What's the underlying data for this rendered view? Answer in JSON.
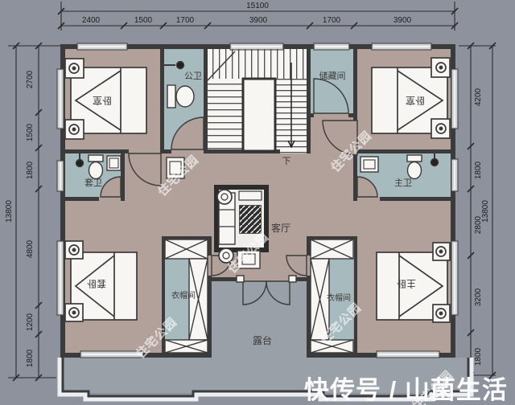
{
  "dimensions": {
    "top": {
      "total": "15100",
      "segments": [
        "2400",
        "1500",
        "1700",
        "3900",
        "1700",
        "3900"
      ]
    },
    "left": {
      "total": "13800",
      "segments": [
        "2700",
        "1500",
        "1800",
        "4800",
        "1200",
        "1800"
      ]
    },
    "right": {
      "total": "13800",
      "segments": [
        "4200",
        "1800",
        "2800",
        "3200",
        "1800"
      ]
    }
  },
  "rooms": {
    "bedroom_top_left": "卧室",
    "public_bathroom": "公卫",
    "storage_room": "储藏间",
    "bedroom_top_right": "卧室",
    "suite_bathroom": "套卫",
    "master_bathroom": "主卫",
    "living_room": "客厅",
    "suite_bedroom": "套卧",
    "cloakroom_left": "衣帽间",
    "cloakroom_right": "衣帽间",
    "master_bedroom": "主卧",
    "terrace": "露台",
    "stair_down": "下"
  },
  "watermarks": {
    "tiled": "住宅公园",
    "channel": "快传号 / 山菌生活"
  },
  "colors": {
    "background": "#8d929d",
    "floor_room": "#b2a09b",
    "floor_wet": "#a7babd",
    "floor_terrace": "#9aa0a7",
    "wall": "#3b3b3b",
    "furniture": "#f7f6f3",
    "window": "#cfd3d4",
    "dim_line": "#2a2a2a"
  }
}
